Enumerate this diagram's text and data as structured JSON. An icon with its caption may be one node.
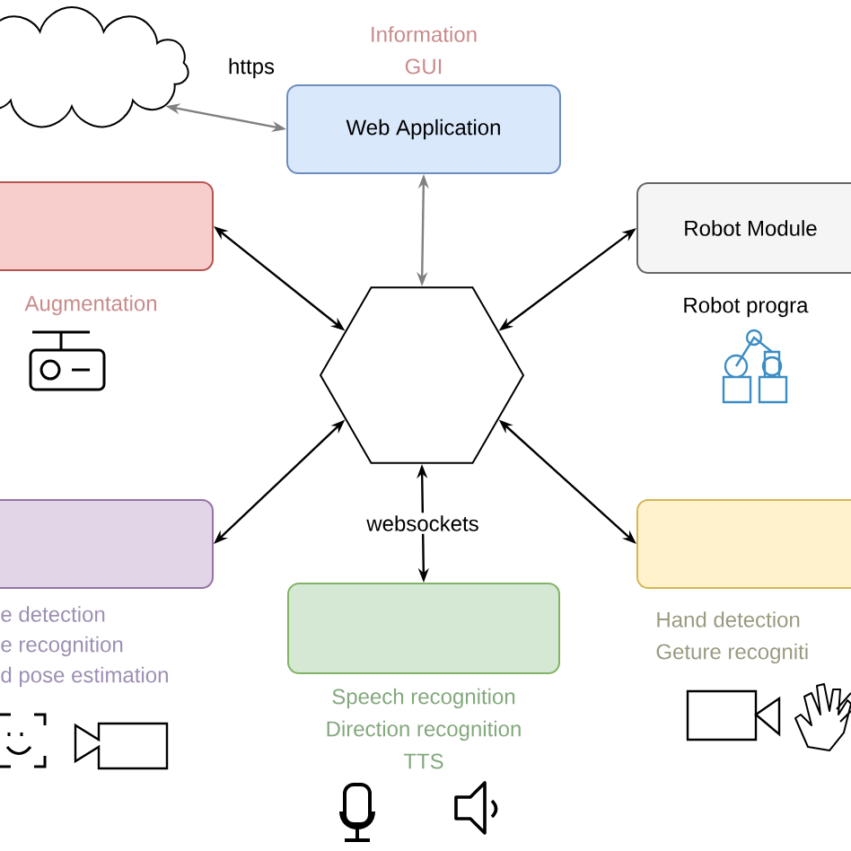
{
  "diagram": {
    "nodes": [
      {
        "text": [],
        "shape": "cloud"
      },
      {
        "text": [
          "Web Application"
        ],
        "beside": [
          "Information",
          "GUI"
        ]
      },
      {
        "text": [],
        "shape": "box",
        "beside": [
          "Augmentation"
        ]
      },
      {
        "text": [
          "Robot Module"
        ],
        "beside": [
          "Robot progra"
        ]
      },
      {
        "text": [],
        "shape": "hexagon"
      },
      {
        "text": [],
        "shape": "box",
        "beside": [
          "e detection",
          "e recognition",
          "d pose estimation"
        ]
      },
      {
        "text": [],
        "shape": "box",
        "beside": [
          "Hand detection",
          "Geture recogniti"
        ]
      },
      {
        "text": [],
        "shape": "box",
        "beside": [
          "Speech recognition",
          "Direction recognition",
          "TTS"
        ]
      }
    ],
    "edges": [
      {
        "from": 0,
        "to": 1,
        "arrow": "both",
        "label": "https",
        "color": "#808080"
      },
      {
        "from": 1,
        "to": 4,
        "arrow": "both",
        "color": "#808080"
      },
      {
        "from": 2,
        "to": 4,
        "arrow": "both"
      },
      {
        "from": 3,
        "to": 4,
        "arrow": "both"
      },
      {
        "from": 5,
        "to": 4,
        "arrow": "both"
      },
      {
        "from": 4,
        "to": 7,
        "arrow": "both",
        "label": "websockets"
      },
      {
        "from": 6,
        "to": 4,
        "arrow": "both"
      }
    ]
  }
}
